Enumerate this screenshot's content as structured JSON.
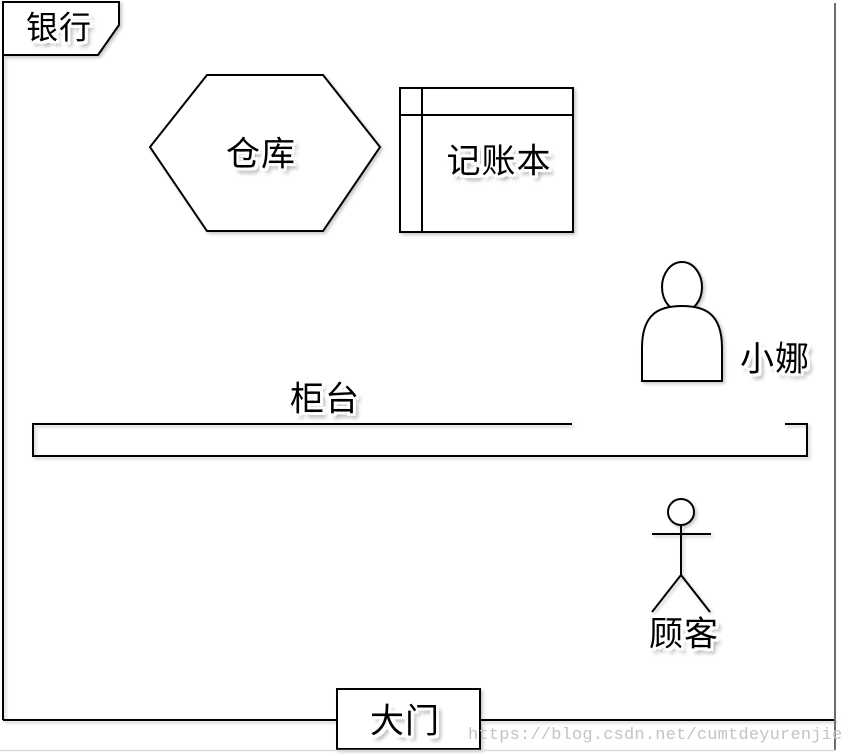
{
  "diagram": {
    "type": "bank-floorplan",
    "bank_label": "银行",
    "warehouse_label": "仓库",
    "ledger_label": "记账本",
    "teller_label": "小娜",
    "counter_label": "柜台",
    "customer_label": "顾客",
    "gate_label": "大门"
  },
  "watermark": {
    "text": "https://blog.csdn.net/cumtdeyurenjie",
    "color": "#c4c4c4"
  },
  "colors": {
    "background": "#ffffff",
    "shape_stroke": "#000000",
    "label_text": "#000000",
    "canvas_edge_right": "#6e6e6e",
    "canvas_edge_bottom": "#d9d9d9"
  }
}
